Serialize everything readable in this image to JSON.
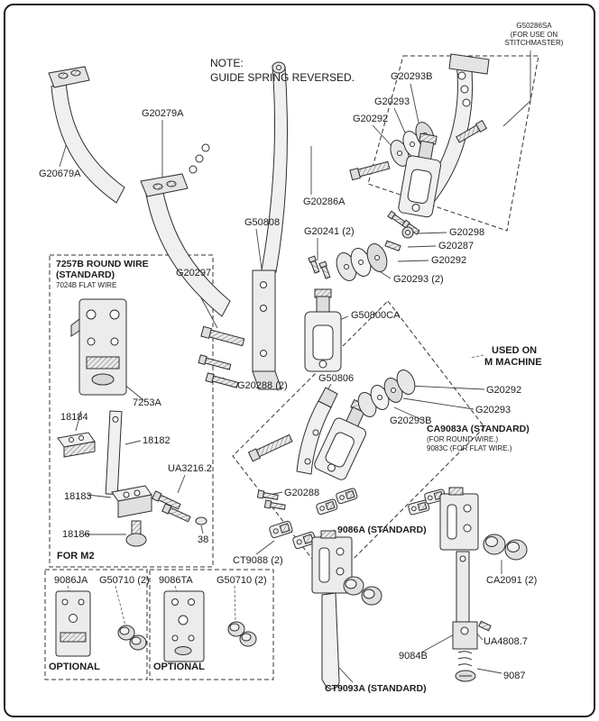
{
  "colors": {
    "line": "#2b2b2b",
    "fill_light": "#f0f0f0",
    "background": "#ffffff"
  },
  "note": {
    "line1": "NOTE:",
    "line2": "GUIDE SPRING REVERSED."
  },
  "labels": {
    "g50286sa": "G50286SA",
    "g50286sa_sub1": "(FOR USE ON",
    "g50286sa_sub2": "STITCHMASTER)",
    "g20293b_top": "G20293B",
    "g20293_top": "G20293",
    "g20292_top": "G20292",
    "g20279a": "G20279A",
    "g20679a": "G20679A",
    "g20286a": "G20286A",
    "g50808": "G50808",
    "g20241": "G20241 (2)",
    "g20298": "G20298",
    "g20287": "G20287",
    "g20292_mid": "G20292",
    "g20293_pair": "G20293 (2)",
    "g20297": "G20297",
    "g50800ca": "G50800CA",
    "round_wire_1": "7257B ROUND WIRE",
    "round_wire_2": "(STANDARD)",
    "round_wire_3": "7024B FLAT WIRE",
    "p7253a": "7253A",
    "p18184": "18184",
    "p18182": "18182",
    "p18183": "18183",
    "ua3216": "UA3216.2",
    "p18186": "18186",
    "p38": "38",
    "for_m2": "FOR M2",
    "g20288_pair": "G20288 (2)",
    "g50806": "G50806",
    "used_on_1": "USED ON",
    "used_on_2": "M MACHINE",
    "g20292_right": "G20292",
    "g20293_right": "G20293",
    "g20293b_mid": "G20293B",
    "ca9083a": "CA9083A  (STANDARD)",
    "ca9083a_sub1": "(FOR ROUND WIRE.)",
    "ca9083a_sub2": "9083C (FOR FLAT WIRE.)",
    "g20288": "G20288",
    "p9086a": "9086A (STANDARD)",
    "ct9088": "CT9088 (2)",
    "ca2091": "CA2091 (2)",
    "p9086ja": "9086JA",
    "g50710_left": "G50710 (2)",
    "p9086ta": "9086TA",
    "g50710_right": "G50710 (2)",
    "optional_left": "OPTIONAL",
    "optional_right": "OPTIONAL",
    "ct9093a": "CT9093A (STANDARD)",
    "p9084b": "9084B",
    "ua4808": "UA4808.7",
    "p9087": "9087"
  }
}
